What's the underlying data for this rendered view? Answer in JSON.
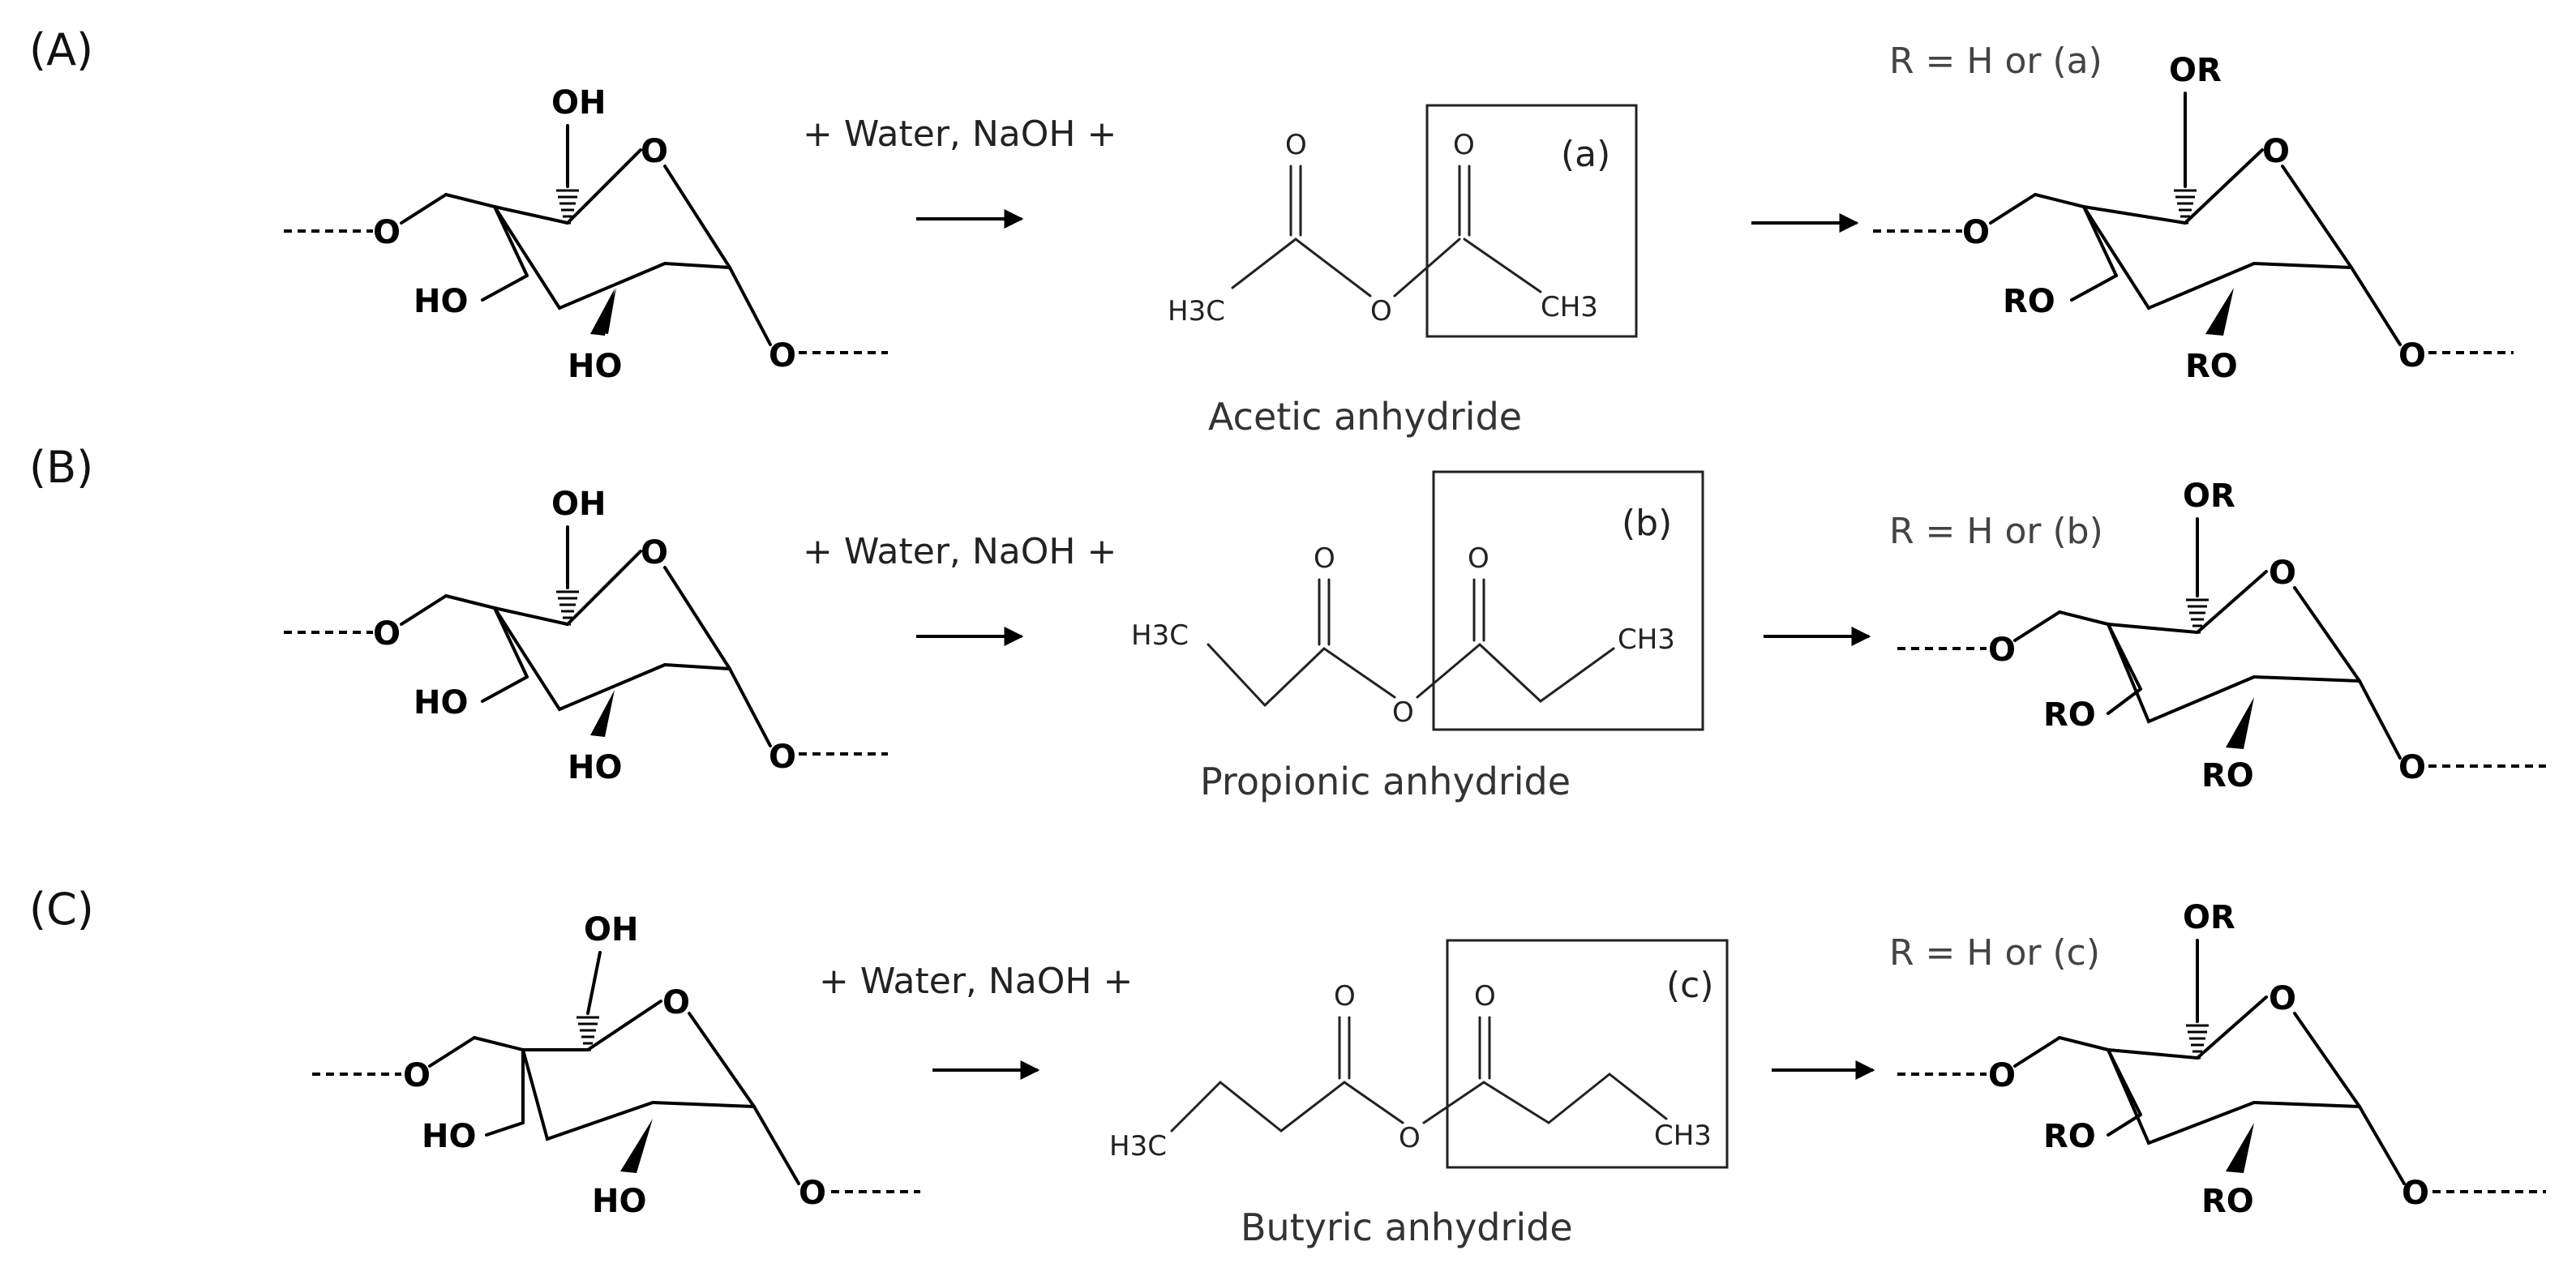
{
  "panels": [
    {
      "label": "(A)",
      "reagent": "+ Water, NaOH +",
      "anhydride_name": "Acetic anhydride",
      "box_label": "(a)",
      "r_definition": "R = H or (a)",
      "left_ch3": "H3C",
      "right_ch3": "CH3"
    },
    {
      "label": "(B)",
      "reagent": "+ Water, NaOH +",
      "anhydride_name": "Propionic anhydride",
      "box_label": "(b)",
      "r_definition": "R = H or (b)",
      "left_ch3": "H3C",
      "right_ch3": "CH3"
    },
    {
      "label": "(C)",
      "reagent": "+ Water, NaOH +",
      "anhydride_name": "Butyric anhydride",
      "box_label": "(c)",
      "r_definition": "R = H or (c)",
      "left_ch3": "H3C",
      "right_ch3": "CH3"
    }
  ],
  "sugar_reactant": {
    "oh_top": "OH",
    "ring_o": "O",
    "link_o": "O",
    "ho_left": "HO",
    "ho_bottom": "HO"
  },
  "sugar_product": {
    "or_top": "OR",
    "ring_o": "O",
    "link_o": "O",
    "ro_left": "RO",
    "ro_bottom": "RO"
  },
  "carbonyl_o": "O",
  "ester_o": "O",
  "colors": {
    "ink": "#000000",
    "text": "#222222"
  }
}
